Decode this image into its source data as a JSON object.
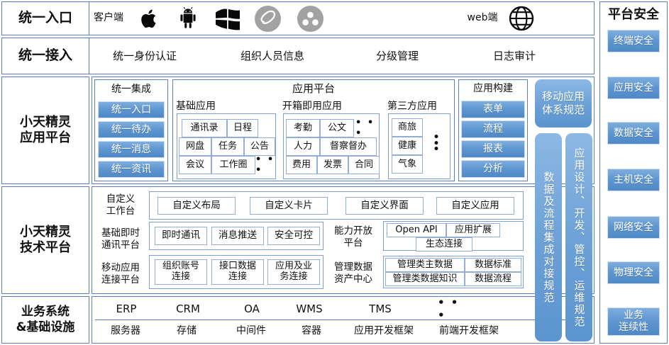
{
  "rows": {
    "entry": {
      "label": "统一入口",
      "client_label": "客户端",
      "web_label": "web端",
      "icons": [
        "apple-icon",
        "android-icon",
        "windows-icon",
        "wechat-miniprogram-icon",
        "dingtalk-icon",
        "globe-icon"
      ]
    },
    "access": {
      "label": "统一接入",
      "items": [
        "统一身份认证",
        "组织人员信息",
        "分级管理",
        "日志审计"
      ]
    },
    "app_platform": {
      "label": "小天精灵\n应用平台",
      "label_line1": "小天精灵",
      "label_line2": "应用平台",
      "integration": {
        "title": "统一集成",
        "items": [
          "统一入口",
          "统一待办",
          "统一消息",
          "统一资讯"
        ]
      },
      "platform_title": "应用平台",
      "groups": [
        {
          "title": "基础应用",
          "rows": [
            [
              "通讯录",
              "日程"
            ],
            [
              "网盘",
              "任务",
              "公告"
            ],
            [
              "会议",
              "工作圈"
            ]
          ],
          "ellipsis": "• • •"
        },
        {
          "title": "开箱即用应用",
          "rows": [
            [
              "考勤",
              "公文"
            ],
            [
              "人力",
              "督察督办"
            ],
            [
              "费用",
              "发票",
              "合同"
            ]
          ],
          "ellipsis": "• • •"
        },
        {
          "title": "第三方应用",
          "rows": [
            [
              "商旅"
            ],
            [
              "健康"
            ],
            [
              "气象"
            ]
          ],
          "ellipsis": "•"
        }
      ],
      "build": {
        "title": "应用构建",
        "items": [
          "表单",
          "流程",
          "报表",
          "分析"
        ]
      }
    },
    "tech_platform": {
      "label_line1": "小天精灵",
      "label_line2": "技术平台",
      "sections": [
        {
          "name_line1": "自定义",
          "name_line2": "工作台",
          "items": [
            "自定义布局",
            "自定义卡片",
            "自定义界面",
            "自定义应用"
          ]
        },
        {
          "name_line1": "基础即时",
          "name_line2": "通讯平台",
          "items": [
            "即时通讯",
            "消息推送",
            "安全可控"
          ]
        },
        {
          "name_line1": "移动应用",
          "name_line2": "连接平台",
          "items": [
            "组织账号\n连接",
            "接口数据\n连接",
            "应用及业\n务连接"
          ]
        }
      ],
      "capability": {
        "name_line1": "能力开放",
        "name_line2": "平台",
        "items": [
          "Open API",
          "应用扩展",
          "生态连接"
        ]
      },
      "data_asset": {
        "name_line1": "管理数据",
        "name_line2": "资产中心",
        "items": [
          "管理类主数据",
          "数据标准",
          "管理类数据知识",
          "数据流程"
        ]
      },
      "mobile_connect_items": [
        {
          "line1": "组织账号",
          "line2": "连接"
        },
        {
          "line1": "接口数据",
          "line2": "连接"
        },
        {
          "line1": "应用及业",
          "line2": "务连接"
        }
      ]
    },
    "business": {
      "label_line1": "业务系统",
      "label_line2": "&基础设施",
      "systems": [
        "ERP",
        "CRM",
        "OA",
        "WMS",
        "TMS"
      ],
      "systems_ellipsis": "• • •",
      "infra": [
        "服务器",
        "存储",
        "中间件",
        "容器",
        "应用开发框架",
        "前端开发框架"
      ]
    }
  },
  "vertical_bands": {
    "mobile_spec": "移动应用\n体系规范",
    "mobile_spec_line1": "移动应用",
    "mobile_spec_line2": "体系规范",
    "data_process_spec": "数据及流程集成对接规范",
    "app_design_spec": "应用设计、开发、管控、运维规范"
  },
  "security": {
    "title": "平台安全",
    "items": [
      {
        "label": "终端安全"
      },
      {
        "label": "应用安全"
      },
      {
        "label": "数据安全"
      },
      {
        "label": "主机安全"
      },
      {
        "label": "网络安全"
      },
      {
        "label": "物理安全"
      },
      {
        "label": "业务\n连续性",
        "line1": "业务",
        "line2": "连续性"
      }
    ]
  },
  "colors": {
    "border_blue": "#5b7fbd",
    "pill_blue": "#5d95cf",
    "band_blue": "#6ba0d6",
    "text_dark": "#111111"
  }
}
